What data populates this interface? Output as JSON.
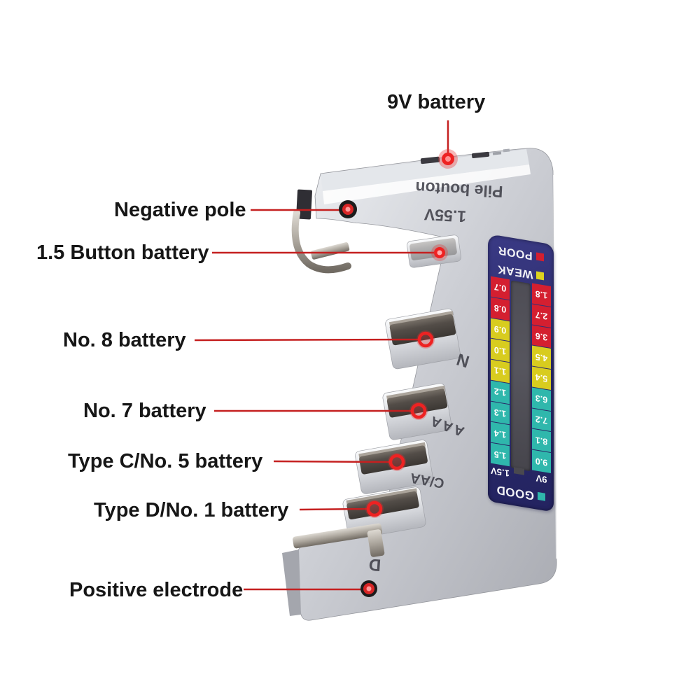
{
  "colors": {
    "background": "#ffffff",
    "callout_line_red": "#c52020",
    "dot_red": "#e93030",
    "body_silver": "#c9cbd1",
    "panel_navy": "#2c2c6c",
    "band_poor_red": "#d41f30",
    "band_weak_yellow": "#ddd31f",
    "band_good_teal": "#2fb7ac",
    "lcd_window_gray": "#55545c",
    "label_text": "#161616"
  },
  "callouts": [
    {
      "label": "9V battery"
    },
    {
      "label": "Negative pole"
    },
    {
      "label": "1.5 Button battery"
    },
    {
      "label": "No. 8 battery"
    },
    {
      "label": "No. 7 battery"
    },
    {
      "label": "Type C/No. 5 battery"
    },
    {
      "label": "Type D/No. 1 battery"
    },
    {
      "label": "Positive electrode"
    }
  ],
  "device": {
    "markings": {
      "button_type": "Pile bouton",
      "button_voltage": "1.55V",
      "slot_n": "N",
      "slot_aaa": "AAA",
      "slot_c_aa": "C/AA",
      "slot_d": "D"
    },
    "display": {
      "good_label": "GOOD",
      "weak_label": "WEAK",
      "poor_label": "POOR",
      "scale_9v": {
        "header": "9V",
        "cells": [
          {
            "value": "9.0",
            "band": "good"
          },
          {
            "value": "8.1",
            "band": "good"
          },
          {
            "value": "7.2",
            "band": "good"
          },
          {
            "value": "6.3",
            "band": "good"
          },
          {
            "value": "5.4",
            "band": "weak"
          },
          {
            "value": "4.5",
            "band": "weak"
          },
          {
            "value": "3.6",
            "band": "poor"
          },
          {
            "value": "2.7",
            "band": "poor"
          },
          {
            "value": "1.8",
            "band": "poor"
          }
        ]
      },
      "scale_1_5v": {
        "header": "1.5V",
        "cells": [
          {
            "value": "1.5",
            "band": "good"
          },
          {
            "value": "1.4",
            "band": "good"
          },
          {
            "value": "1.3",
            "band": "good"
          },
          {
            "value": "1.2",
            "band": "good"
          },
          {
            "value": "1.1",
            "band": "weak"
          },
          {
            "value": "1.0",
            "band": "weak"
          },
          {
            "value": "0.9",
            "band": "weak"
          },
          {
            "value": "0.8",
            "band": "poor"
          },
          {
            "value": "0.7",
            "band": "poor"
          }
        ]
      }
    }
  }
}
